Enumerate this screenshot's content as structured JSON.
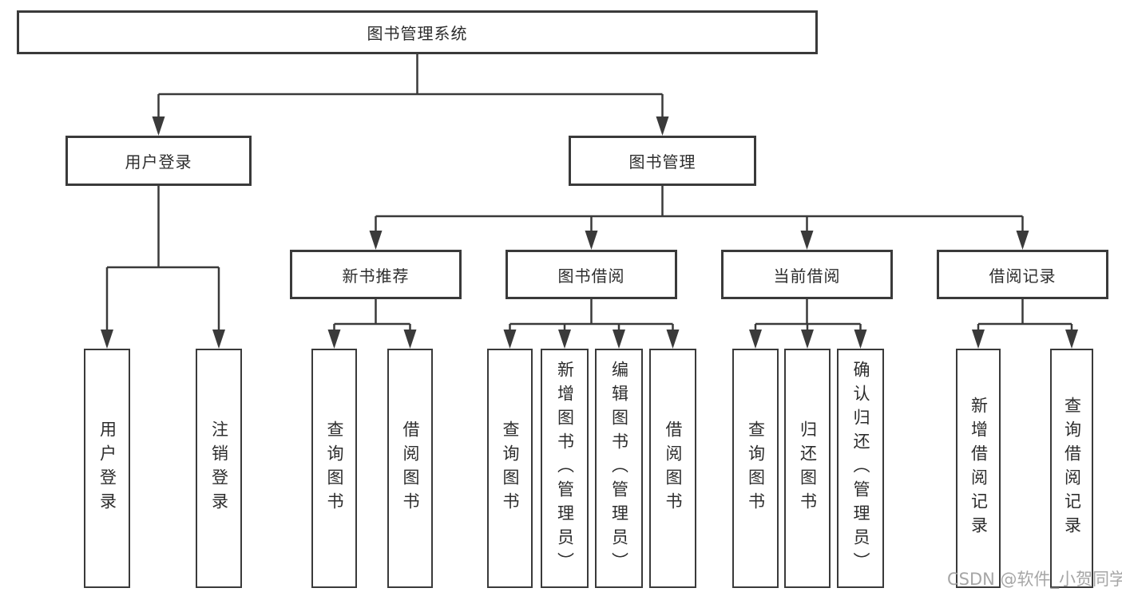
{
  "diagram": {
    "root": "图书管理系统",
    "l2": {
      "user_login": "用户登录",
      "book_management": "图书管理"
    },
    "l3": {
      "new_book_recommend": "新书推荐",
      "book_borrow": "图书借阅",
      "current_borrow": "当前借阅",
      "borrow_records": "借阅记录"
    },
    "l4": {
      "login": [
        "用户登录",
        "注销登录"
      ],
      "recommend": [
        "查询图书",
        "借阅图书"
      ],
      "borrow": [
        "查询图书",
        "新增图书（管理员）",
        "编辑图书（管理员）",
        "借阅图书"
      ],
      "current": [
        "查询图书",
        "归还图书",
        "确认归还（管理员）"
      ],
      "records": [
        "新增借阅记录",
        "查询借阅记录"
      ]
    }
  },
  "colors": {
    "line": "#3a3a3a",
    "text": "#2d2d2d",
    "watermark": "#9e9e9e"
  },
  "watermark": "CSDN @软件_小贺同学"
}
